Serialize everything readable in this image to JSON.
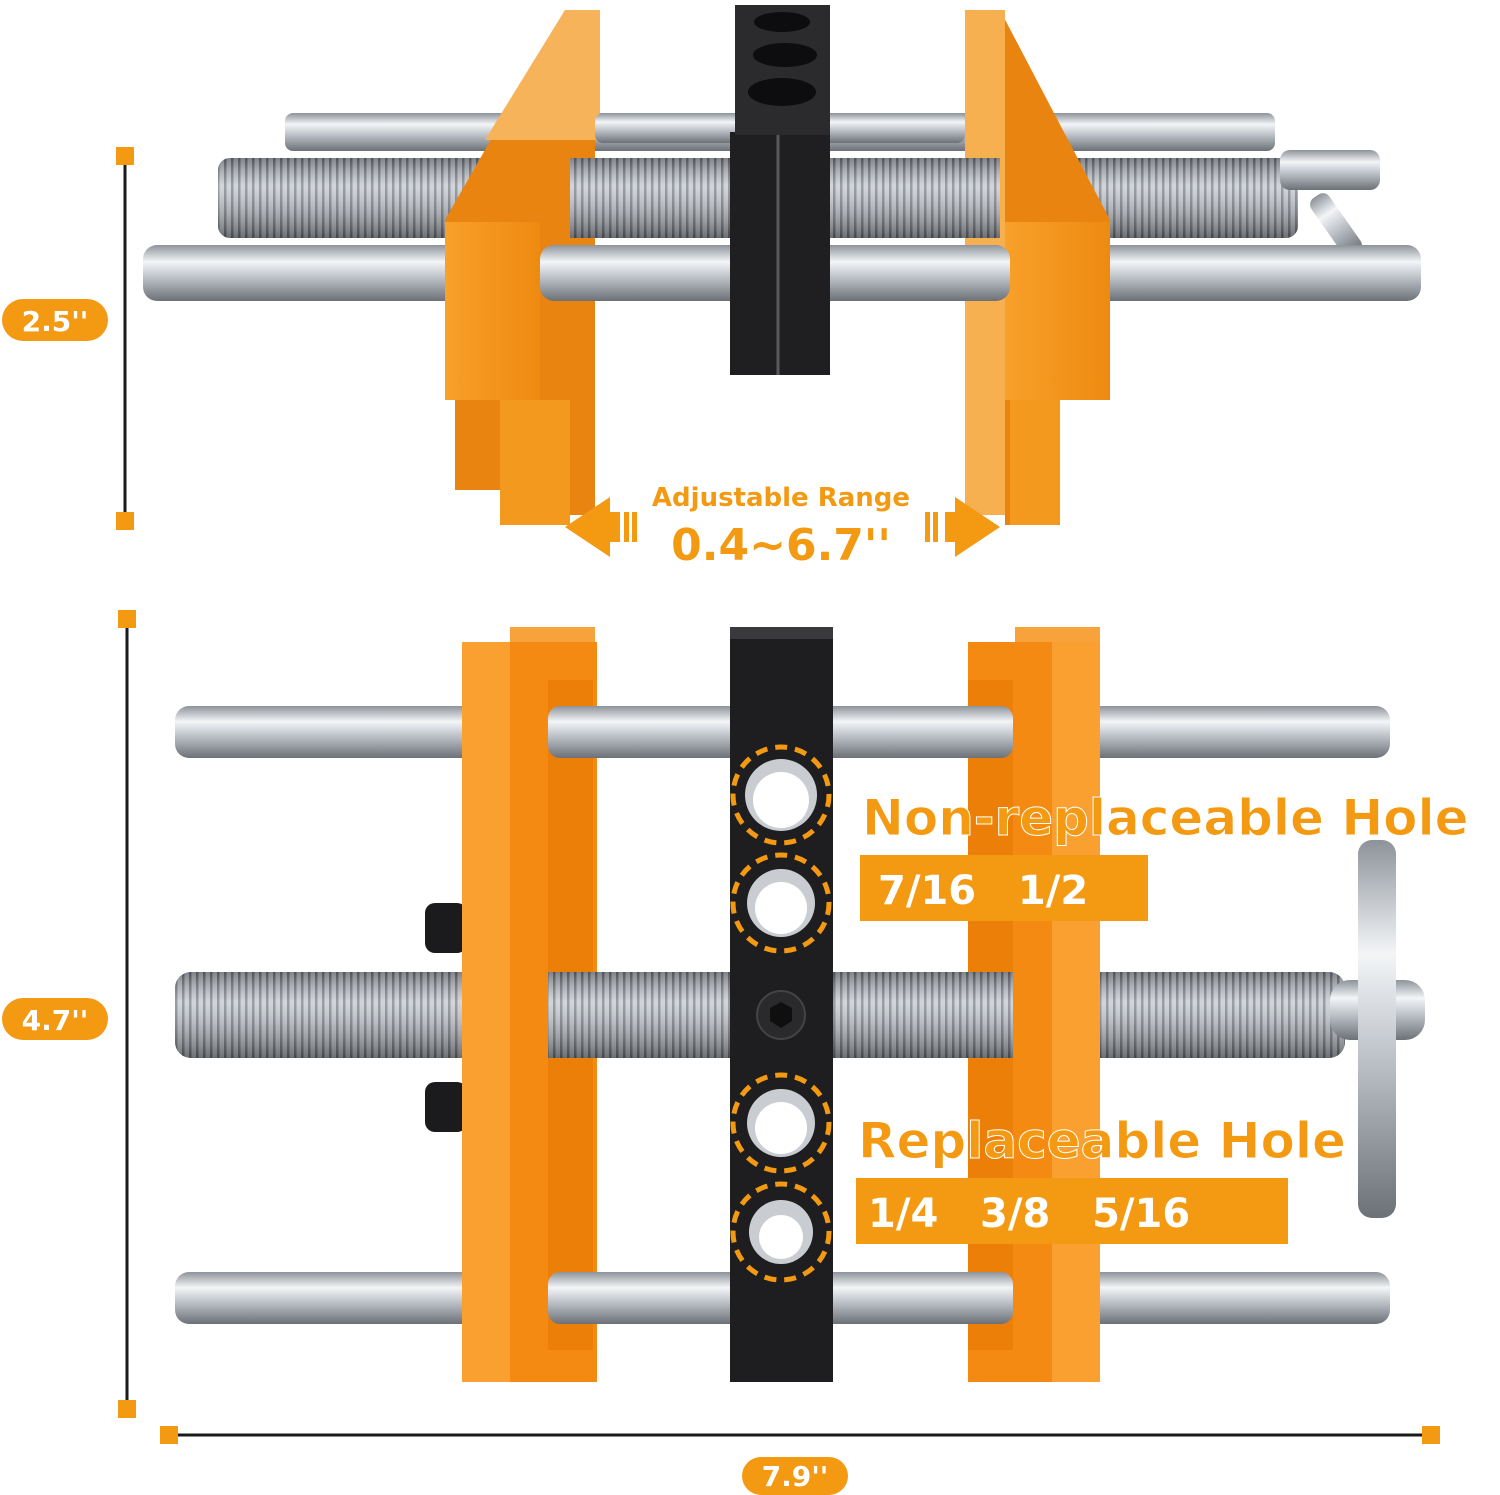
{
  "dimensions": {
    "height_top": "2.5''",
    "height_bottom": "4.7''",
    "width": "7.9''"
  },
  "adjustable_range": {
    "label": "Adjustable Range",
    "value": "0.4~6.7''"
  },
  "non_replaceable": {
    "title": "Non-replaceable Hole",
    "sizes": "7/16   1/2"
  },
  "replaceable": {
    "title": "Replaceable Hole",
    "sizes": "1/4   3/8   5/16"
  },
  "colors": {
    "accent": "#F39A12",
    "orange_body": "#F7931E",
    "steel": "#C9CDD2",
    "block": "#1E1E20"
  }
}
